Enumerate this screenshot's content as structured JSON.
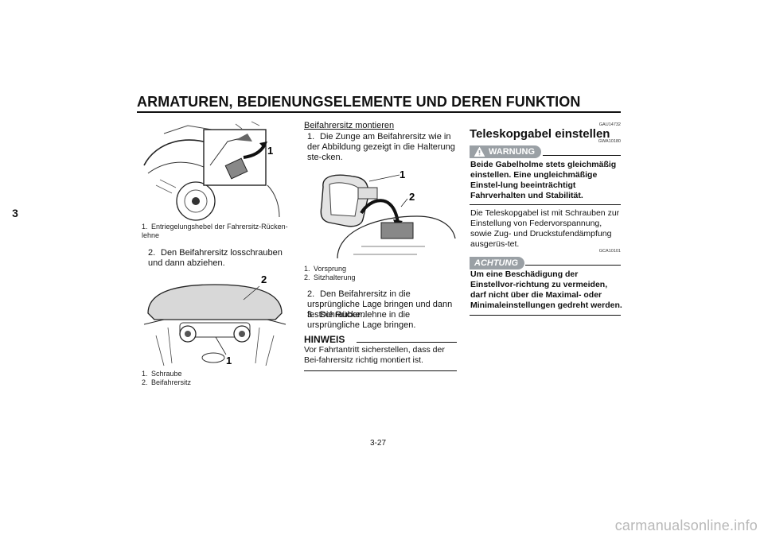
{
  "header": {
    "title": "ARMATUREN, BEDIENUNGSELEMENTE UND DEREN FUNKTION"
  },
  "chapter_tab": "3",
  "col1": {
    "fig1_labels": [
      "1"
    ],
    "fig1_captions": [
      {
        "num": "1.",
        "text": "Entriegelungshebel der Fahrersitz-Rücken-lehne"
      }
    ],
    "step2": {
      "num": "2.",
      "text": "Den Beifahrersitz losschrauben und dann abziehen."
    },
    "fig2_labels": [
      "2",
      "1"
    ],
    "fig2_captions": [
      {
        "num": "1.",
        "text": "Schraube"
      },
      {
        "num": "2.",
        "text": "Beifahrersitz"
      }
    ]
  },
  "col2": {
    "subheading": "Beifahrersitz montieren",
    "step1": {
      "num": "1.",
      "text": "Die Zunge am Beifahrersitz wie in der Abbildung gezeigt in die Halterung ste-cken."
    },
    "fig3_labels": [
      "1",
      "2"
    ],
    "fig3_captions": [
      {
        "num": "1.",
        "text": "Vorsprung"
      },
      {
        "num": "2.",
        "text": "Sitzhalterung"
      }
    ],
    "steps": [
      {
        "num": "2.",
        "text": "Den Beifahrersitz in die ursprüngliche Lage bringen und dann festschrauben."
      },
      {
        "num": "3.",
        "text": "Die Rückenlehne in die ursprüngliche Lage bringen."
      }
    ],
    "note_heading": "HINWEIS",
    "note_text": "Vor Fahrtantritt sicherstellen, dass der Bei-fahrersitz richtig montiert ist."
  },
  "col3": {
    "code1": "GAU14732",
    "title": "Teleskopgabel einstellen",
    "code2": "GWA10180",
    "warning_label": "WARNUNG",
    "warning_text": "Beide Gabelholme stets gleichmäßig einstellen. Eine ungleichmäßige Einstel-lung beeinträchtigt Fahrverhalten und Stabilität.",
    "body_text": "Die Teleskopgabel ist mit Schrauben zur Einstellung von Federvorspannung, sowie Zug- und Druckstufendämpfung ausgerüs-tet.",
    "caution_label": "ACHTUNG",
    "code3": "GCA10101",
    "caution_text": "Um eine Beschädigung der Einstellvor-richtung zu vermeiden, darf nicht über die Maximal- oder Minimaleinstellungen gedreht werden."
  },
  "page_number": "3-27",
  "watermark": "carmanualsonline.info"
}
